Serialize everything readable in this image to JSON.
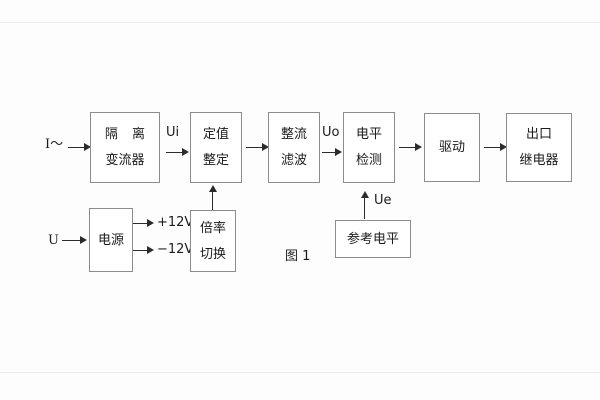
{
  "figure": {
    "caption": "图 1",
    "background": "#fdfdfd",
    "line_color": "#2b2b2b",
    "box_border_color": "#8c8c8c",
    "text_color": "#1b1b1b"
  },
  "inputs": [
    {
      "name": "current-input",
      "label": "I～"
    },
    {
      "name": "voltage-input",
      "label": "U"
    }
  ],
  "blocks": [
    {
      "name": "isolation-transformer",
      "lines": [
        "隔 离",
        "变流器"
      ]
    },
    {
      "name": "setting-adjust",
      "lines": [
        "定值",
        "整定"
      ]
    },
    {
      "name": "rectify-filter",
      "lines": [
        "整流",
        "滤波"
      ]
    },
    {
      "name": "level-detect",
      "lines": [
        "电平",
        "检测"
      ]
    },
    {
      "name": "drive",
      "lines": [
        "驱动"
      ]
    },
    {
      "name": "output-relay",
      "lines": [
        "出口",
        "继电器"
      ]
    },
    {
      "name": "power-supply",
      "lines": [
        "电源"
      ]
    },
    {
      "name": "multiplier-switch",
      "lines": [
        "倍率",
        "切换"
      ]
    },
    {
      "name": "reference-level",
      "lines": [
        "参考电平"
      ]
    }
  ],
  "signals": [
    {
      "name": "signal-ui",
      "label": "Ui"
    },
    {
      "name": "signal-uo",
      "label": "Uo"
    },
    {
      "name": "signal-ue",
      "label": "Ue"
    }
  ],
  "supply_rails": [
    {
      "name": "rail-positive-12v",
      "label": "+12V"
    },
    {
      "name": "rail-negative-12v",
      "label": "−12V"
    }
  ]
}
